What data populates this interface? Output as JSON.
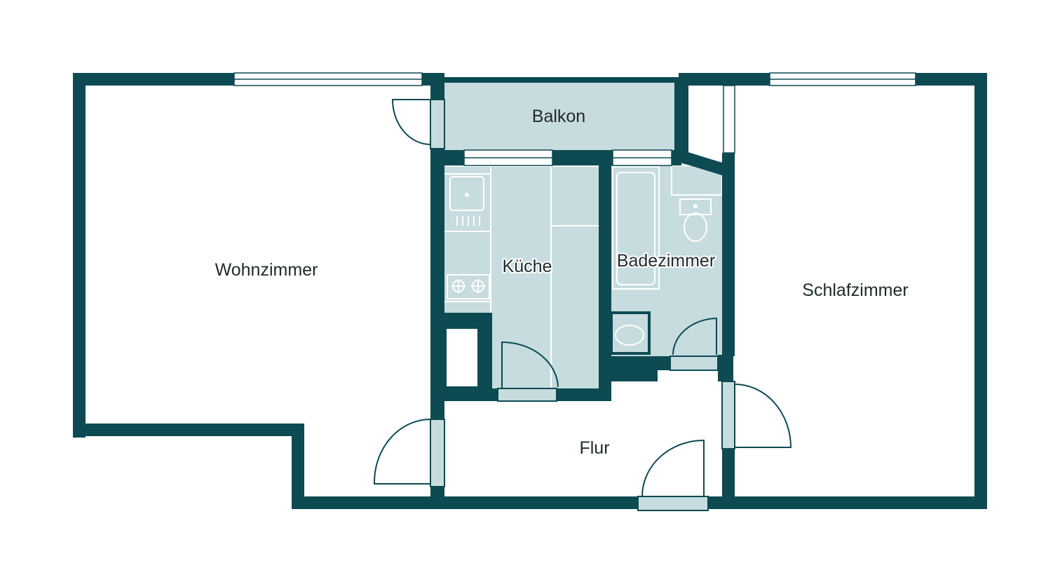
{
  "rooms": {
    "wohnzimmer": "Wohnzimmer",
    "balkon": "Balkon",
    "kueche": "Küche",
    "badezimmer": "Badezimmer",
    "schlafzimmer": "Schlafzimmer",
    "flur": "Flur"
  },
  "colors": {
    "wall": "#0d4a52",
    "fill": "#c7dcdf",
    "floor": "#ffffff",
    "outline": "#0d4a52"
  }
}
